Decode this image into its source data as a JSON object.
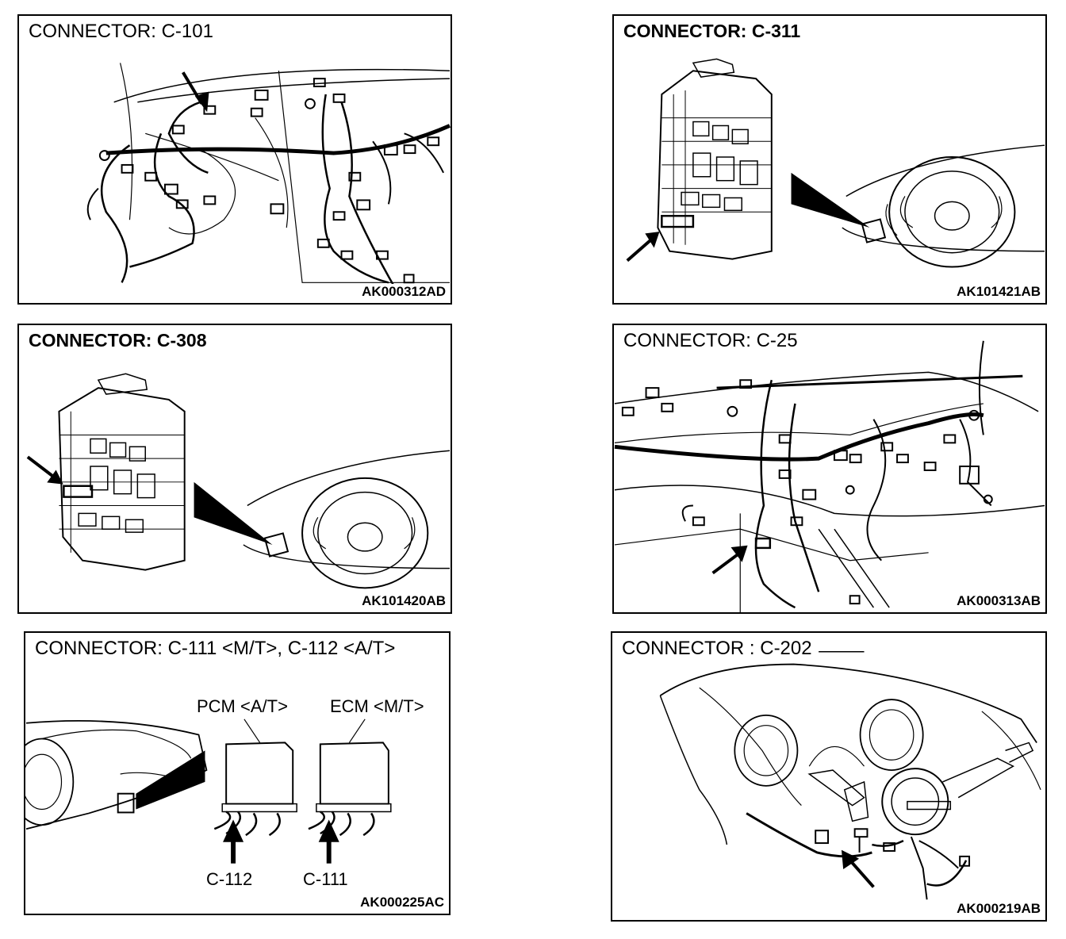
{
  "panels": [
    {
      "title": "CONNECTOR: C-101",
      "code": "AK000312AD"
    },
    {
      "title": "CONNECTOR: C-311",
      "code": "AK101421AB"
    },
    {
      "title": "CONNECTOR: C-308",
      "code": "AK101420AB"
    },
    {
      "title": "CONNECTOR: C-25",
      "code": "AK000313AB"
    },
    {
      "title": "CONNECTOR: C-111 <M/T>, C-112 <A/T>",
      "code": "AK000225AC",
      "labels": {
        "pcm": "PCM <A/T>",
        "ecm": "ECM <M/T>",
        "c112": "C-112",
        "c111": "C-111"
      }
    },
    {
      "title": "CONNECTOR : C-202",
      "code": "AK000219AB"
    }
  ],
  "colors": {
    "line": "#000000",
    "background": "#ffffff"
  }
}
